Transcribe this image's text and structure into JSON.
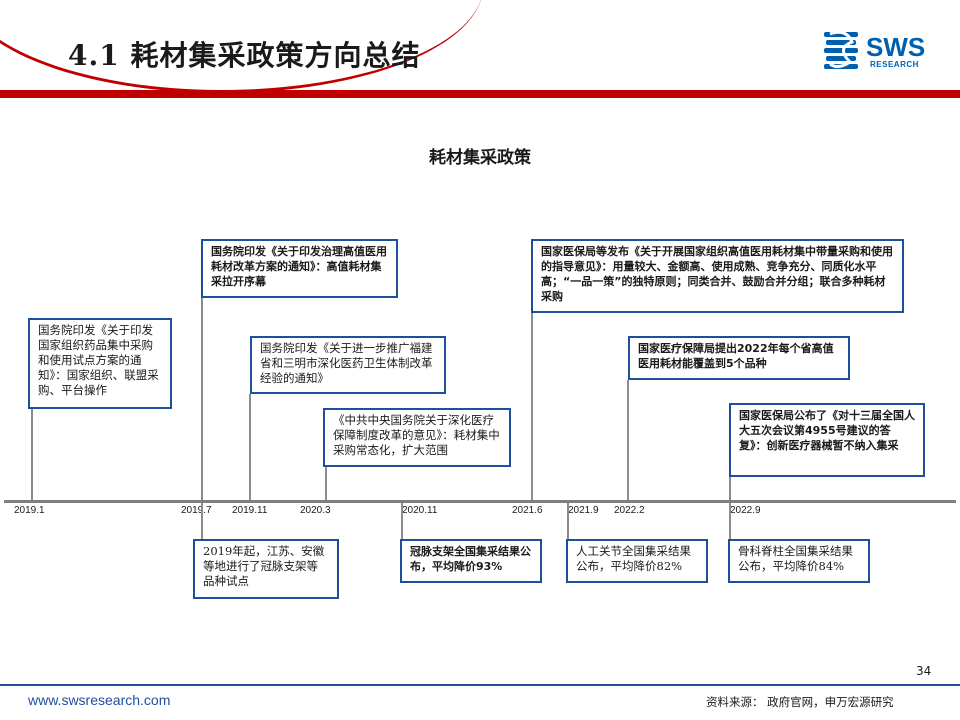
{
  "header": {
    "title": "4.1 耗材集采政策方向总结",
    "logo_text": "SWS",
    "logo_sub": "RESEARCH",
    "accent_color": "#c00000",
    "brand_color": "#1f4e9c"
  },
  "chart_title": "耗材集采政策",
  "timeline": {
    "ticks": [
      "2019.1",
      "2019.7",
      "2019.11",
      "2020.3",
      "2020.11",
      "2021.6",
      "2021.9",
      "2022.2",
      "2022.9"
    ],
    "events_above": [
      "国务院印发《关于印发国家组织药品集中采购和使用试点方案的通知》：国家组织、联盟采购、平台操作",
      "国务院印发《关于印发治理高值医用耗材改革方案的通知》：高值耗材集采拉开序幕",
      "国务院印发《关于进一步推广福建省和三明市深化医药卫生体制改革经验的通知》",
      "《中共中央国务院关于深化医疗保障制度改革的意见》：耗材集中采购常态化，扩大范围",
      "国家医保局等发布《关于开展国家组织高值医用耗材集中带量采购和使用的指导意见》：用量较大、金额高、使用成熟、竞争充分、同质化水平高；“一品一策”的独特原则；同类合并、鼓励合并分组；联合多种耗材采购",
      "国家医疗保障局提出2022年每个省高值医用耗材能覆盖到5个品种",
      "国家医保局公布了《对十三届全国人大五次会议第4955号建议的答复》：创新医疗器械暂不纳入集采"
    ],
    "events_below": [
      "2019年起，江苏、安徽等地进行了冠脉支架等品种试点",
      "冠脉支架全国集采结果公布，平均降价93%",
      "人工关节全国集采结果公布，平均降价82%",
      "骨科脊柱全国集采结果公布，平均降价84%"
    ]
  },
  "footer": {
    "page_number": "34",
    "url": "www.swsresearch.com",
    "source": "资料来源： 政府官网，申万宏源研究"
  }
}
